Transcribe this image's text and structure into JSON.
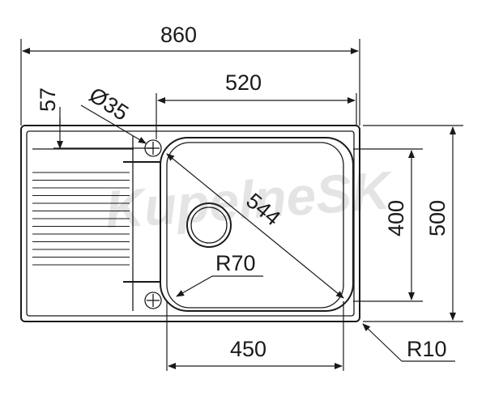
{
  "dimensions": {
    "overall_width": "860",
    "bowl_width_with_bowl_edge": "520",
    "drainer_offset": "57",
    "tap_hole_diameter": "Ø35",
    "bowl_diagonal": "544",
    "bowl_height": "400",
    "overall_height": "500",
    "corner_radius_bowl": "R70",
    "bowl_inner_width": "450",
    "corner_radius_outer": "R10"
  },
  "watermark": "KupelneSK",
  "colors": {
    "line": "#1a1a1a",
    "background": "#ffffff",
    "watermark": "#cfcfcf"
  }
}
